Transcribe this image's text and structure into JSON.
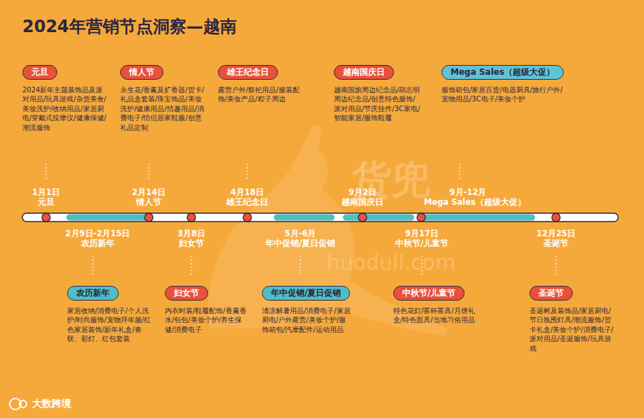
{
  "diagram": {
    "title": "2024年营销节点洞察—越南",
    "nodes": [
      {
        "text": [
          "元旦",
          "2024新年主题装饰品及派对用品/玩具游戏/杂货美食/美妆洗护/收纳用品/家居厨电/穿戴式按摩仪/健康保健/潮流服饰"
        ]
      },
      {
        "text": [
          "情人节",
          "永生花/香薰及扩香器/贺卡/礼品盒套装/珠宝饰品/美妆洗护/健康用品/情趣用品/消费电子/情侣居家鞋服/创意礼品定制"
        ]
      },
      {
        "text": [
          "雄王纪念日",
          "露营户外/祭祀用品/服装配饰/美妆产品/粽子周边"
        ]
      },
      {
        "text": [
          "越南国庆日",
          "越南国旗周边纪念品/胡志明周边纪念品/创意特色服饰/派对用品/节庆挂件/3C家电/智能家居/服饰鞋履"
        ]
      },
      {
        "text": [
          "Mega Sales（超级大促）",
          "服饰箱包/家居百货/电器厨具/旅行户外/宠物用品/3C电子/美妆个护"
        ]
      },
      {
        "text": [
          "农历新年",
          "家居收纳/消费电子/个人洗护/时尚服饰/宠物拜年服/红色家居装饰/新年礼盒/春联、彩灯、红包套装"
        ]
      },
      {
        "text": [
          "妇女节",
          "内衣时装/鞋履配饰/香薰香水/包包/美妆个护/养生保健/消费电子"
        ]
      },
      {
        "text": [
          "年中促销/夏日促销",
          "清凉解暑用品/消费电子/家居厨电/户外露营/美妆个护/服饰箱包/汽摩配件/运动用品"
        ]
      },
      {
        "text": [
          "中秋节/儿童节",
          "特色花灯/茶杯茶具/月饼礼盒/特色面具/当地习俗用品"
        ]
      },
      {
        "text": [
          "圣诞节",
          "圣诞树及装饰品/家居厨电/节日氛围灯具/潮流服饰/贺卡礼盒/美妆个护/消费电子/派对用品/圣诞服饰/玩具游戏"
        ]
      }
    ],
    "labels": [
      "1月1日",
      "元旦",
      "2月14日",
      "情人节",
      "4月18日",
      "雄王纪念日",
      "9月2日",
      "越南国庆日",
      "9月-12月",
      "Mega Sales（超级大促）",
      "2月9日-2月15日",
      "农历新年",
      "3月8日",
      "妇女节",
      "5月-6月",
      "年中促销/夏日促销",
      "9月17日",
      "中秋节/儿童节",
      "12月25日",
      "圣诞节",
      "货兜",
      "huodull.com",
      "大数跨境"
    ]
  }
}
